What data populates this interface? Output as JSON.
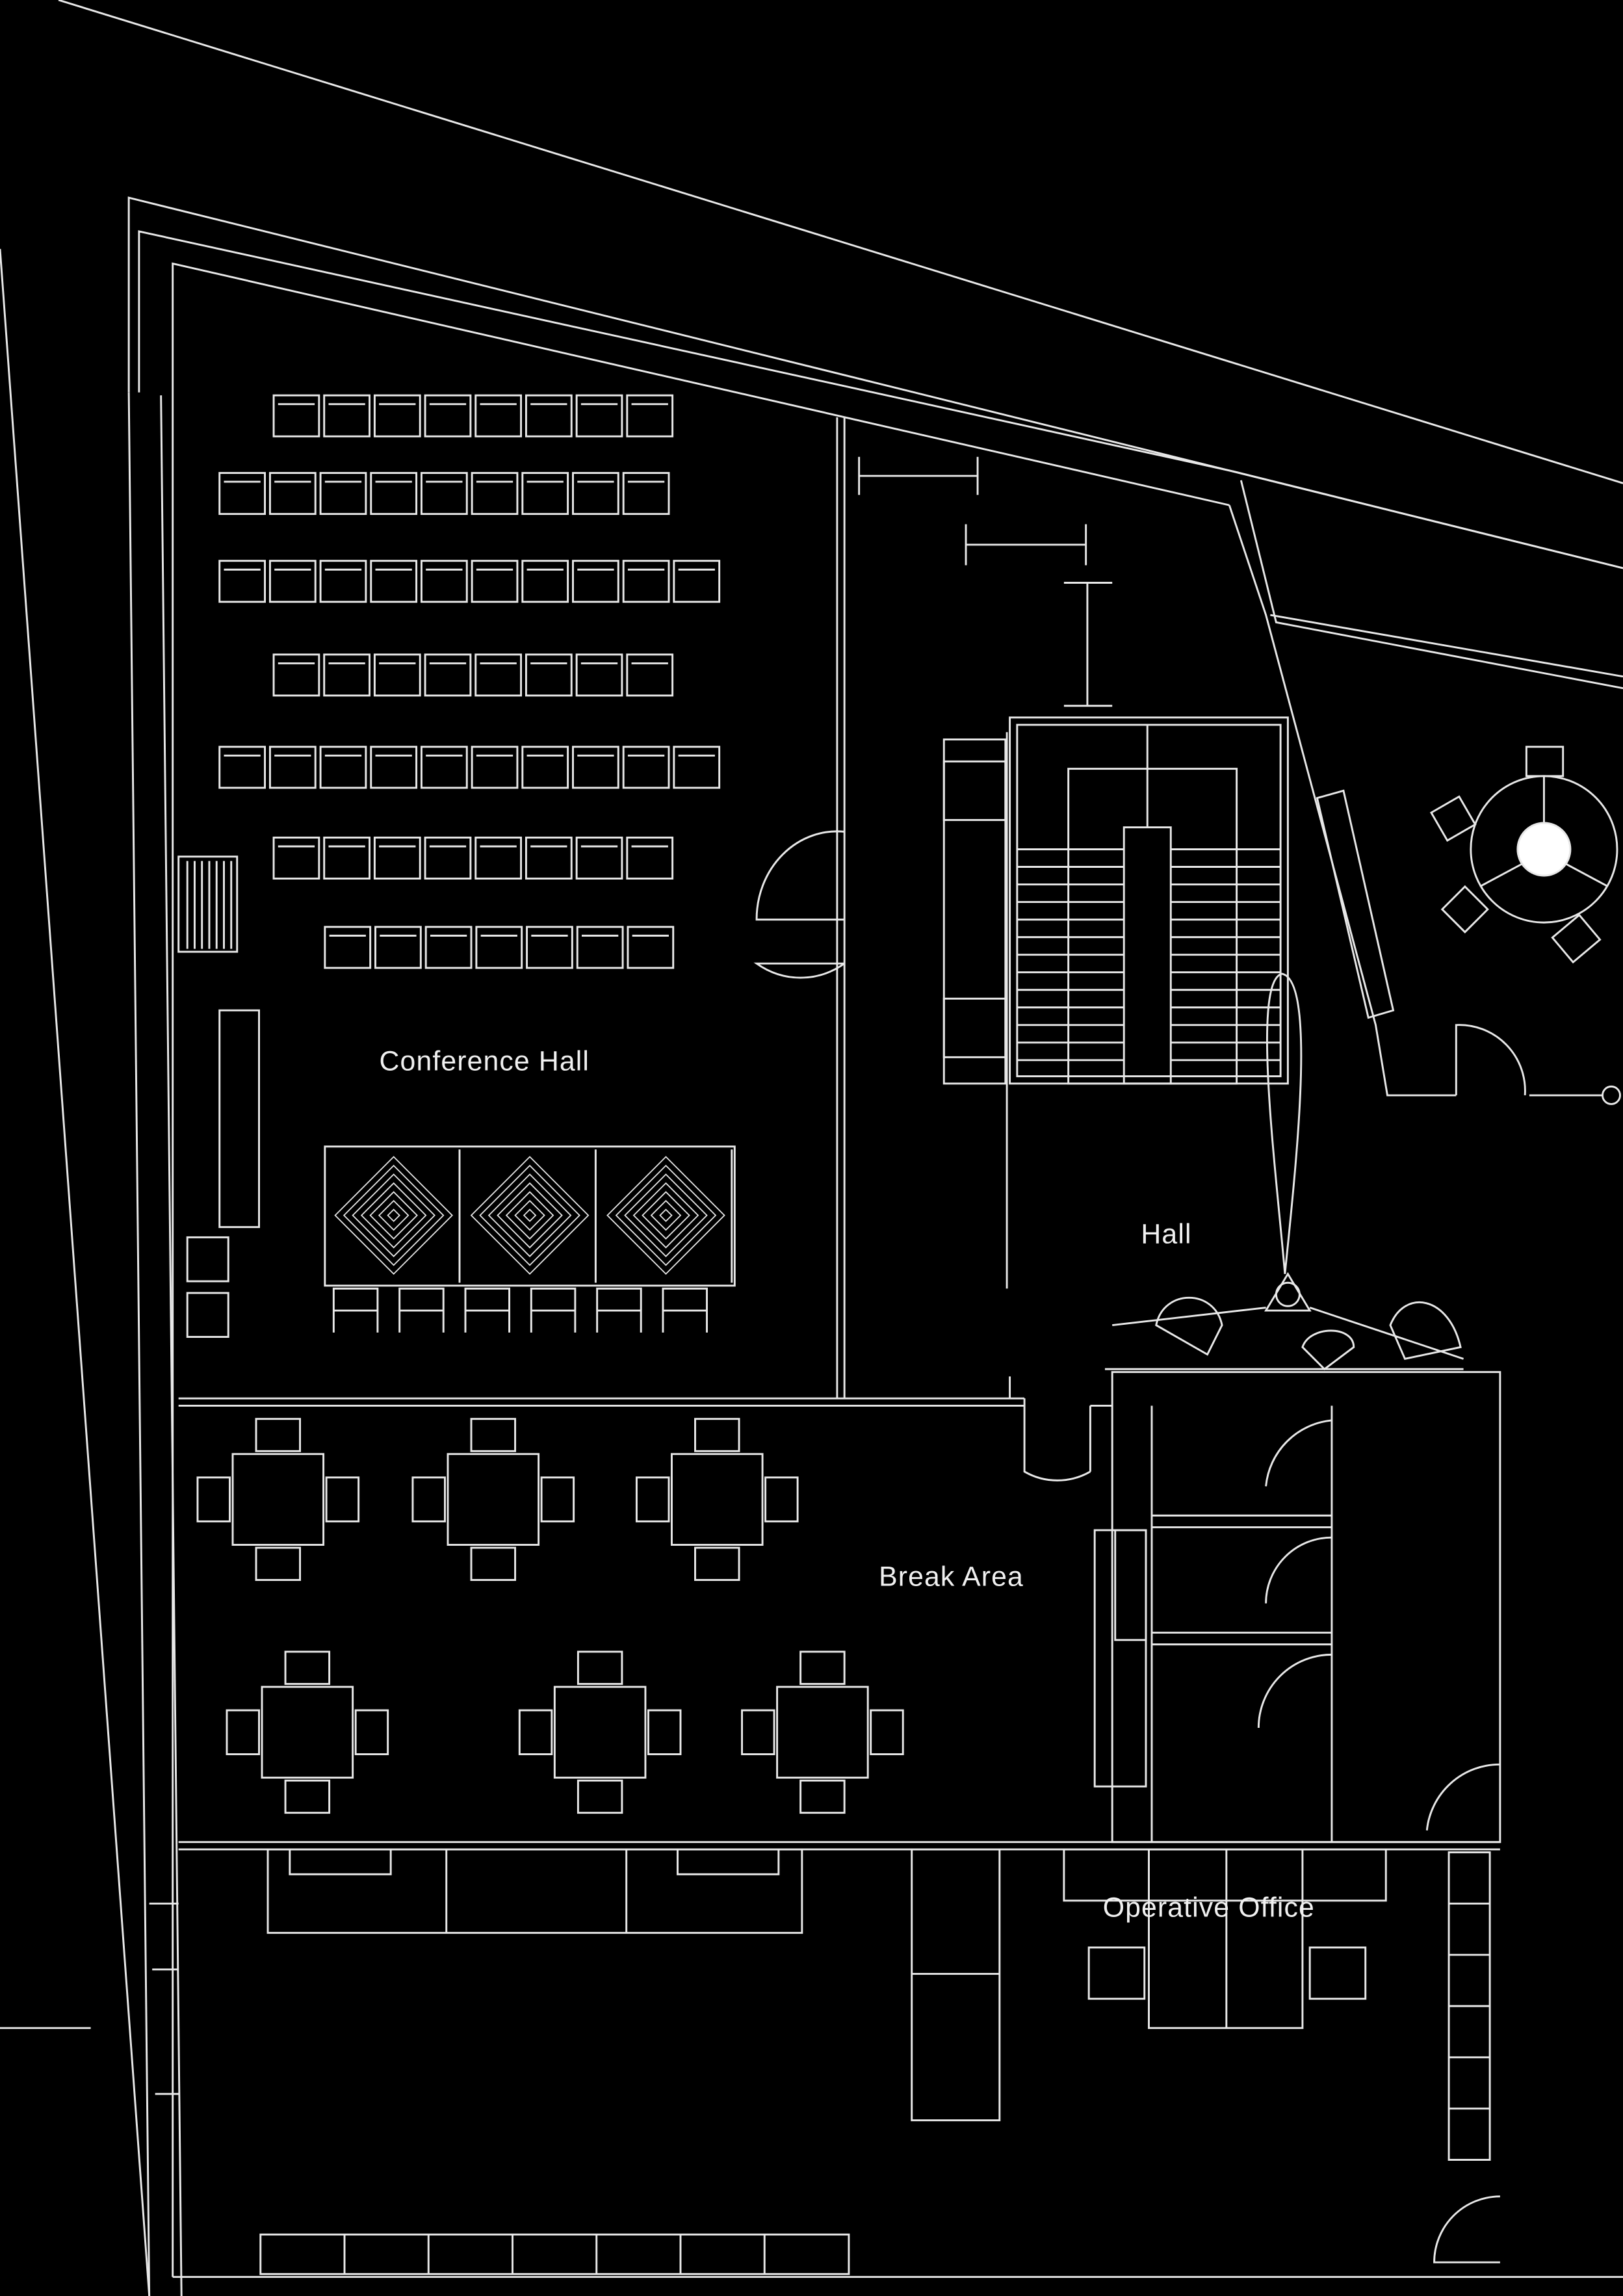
{
  "plan": {
    "rooms": {
      "conference_hall": "Conference Hall",
      "hall": "Hall",
      "break_area": "Break Area",
      "operative_office": "Operative Office"
    },
    "colors": {
      "background": "#000000",
      "lines": "#e8e8e8"
    }
  }
}
